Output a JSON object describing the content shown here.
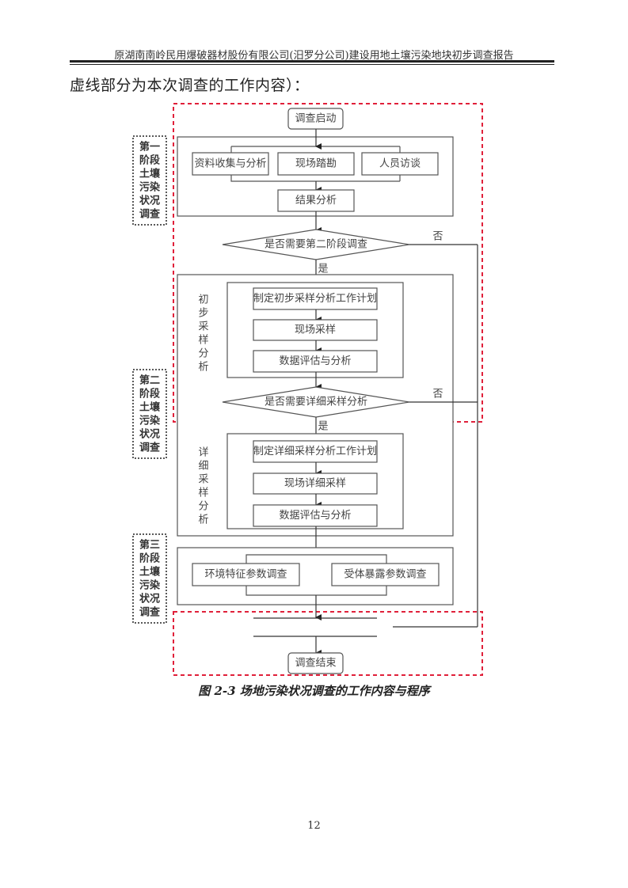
{
  "header": {
    "title": "原湖南南岭民用爆破器材股份有限公司(汨罗分公司)建设用地土壤污染地块初步调查报告"
  },
  "intro_text": "虚线部分为本次调查的工作内容）：",
  "flowchart": {
    "start": "调查启动",
    "stage1_label": [
      "第一",
      "阶段",
      "土壤",
      "污染",
      "状况",
      "调查"
    ],
    "stage2_label": [
      "第二",
      "阶段",
      "土壤",
      "污染",
      "状况",
      "调查"
    ],
    "stage3_label": [
      "第三",
      "阶段",
      "土壤",
      "污染",
      "状况",
      "调查"
    ],
    "stage1_tasks": [
      "资料收集与分析",
      "现场踏勘",
      "人员访谈"
    ],
    "stage1_result": "结果分析",
    "decision1": "是否需要第二阶段调查",
    "decision2": "是否需要详细采样分析",
    "yes": "是",
    "no": "否",
    "initial_sampling_label": [
      "初",
      "步",
      "采",
      "样",
      "分",
      "析"
    ],
    "initial_sampling_steps": [
      "制定初步采样分析工作计划",
      "现场采样",
      "数据评估与分析"
    ],
    "detailed_sampling_label": [
      "详",
      "细",
      "采",
      "样",
      "分",
      "析"
    ],
    "detailed_sampling_steps": [
      "制定详细采样分析工作计划",
      "现场详细采样",
      "数据评估与分析"
    ],
    "stage3_tasks": [
      "环境特征参数调查",
      "受体暴露参数调查"
    ],
    "end": "调查结束"
  },
  "caption": "图 2-3 场地污染状况调查的工作内容与程序",
  "page_number": "12"
}
